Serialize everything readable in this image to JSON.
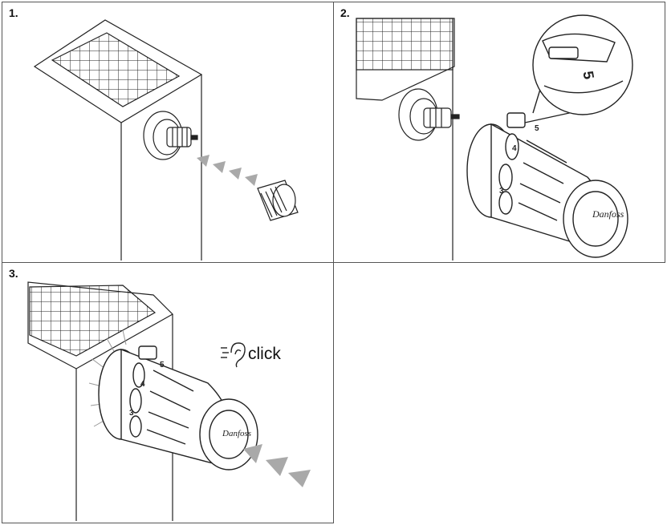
{
  "steps": [
    {
      "number": "1."
    },
    {
      "number": "2."
    },
    {
      "number": "3."
    }
  ],
  "detail": {
    "dial_number": "5"
  },
  "dial": {
    "numbers": [
      "3",
      "4",
      "5"
    ]
  },
  "click_text": "click",
  "brand_mark": "Danfoss",
  "colors": {
    "line": "#222222",
    "arrow": "#a9a9a9",
    "frame": "#555555"
  }
}
